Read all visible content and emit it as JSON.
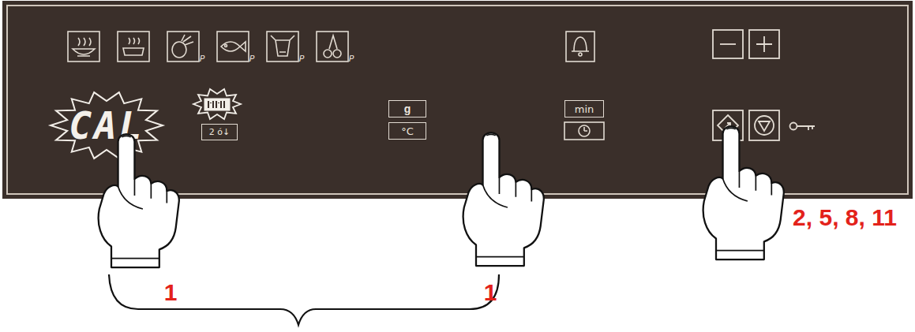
{
  "diagram": {
    "nodes": [
      {
        "text": [
          "CAL"
        ]
      },
      {
        "text": [
          "2 ó↓"
        ]
      },
      {
        "text": [
          "g"
        ]
      },
      {
        "text": [
          "°C"
        ]
      },
      {
        "text": [
          "min"
        ]
      }
    ],
    "labels": [
      "P",
      "P",
      "P",
      "P",
      "1",
      "1",
      "2, 5, 8, 11"
    ]
  }
}
